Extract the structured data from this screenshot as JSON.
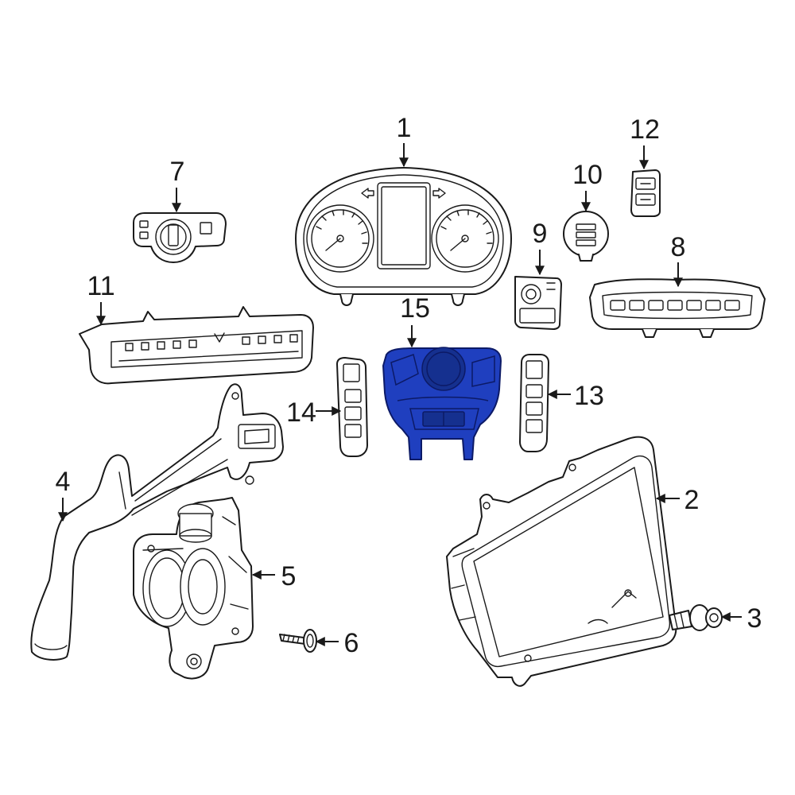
{
  "diagram": {
    "highlight_color": "#1f3fbf",
    "callouts": [
      {
        "id": "c1",
        "label": "1"
      },
      {
        "id": "c2",
        "label": "2"
      },
      {
        "id": "c3",
        "label": "3"
      },
      {
        "id": "c4",
        "label": "4"
      },
      {
        "id": "c5",
        "label": "5"
      },
      {
        "id": "c6",
        "label": "6"
      },
      {
        "id": "c7",
        "label": "7"
      },
      {
        "id": "c8",
        "label": "8"
      },
      {
        "id": "c9",
        "label": "9"
      },
      {
        "id": "c10",
        "label": "10"
      },
      {
        "id": "c11",
        "label": "11"
      },
      {
        "id": "c12",
        "label": "12"
      },
      {
        "id": "c13",
        "label": "13"
      },
      {
        "id": "c14",
        "label": "14"
      },
      {
        "id": "c15",
        "label": "15"
      }
    ],
    "highlighted_part": "15"
  }
}
